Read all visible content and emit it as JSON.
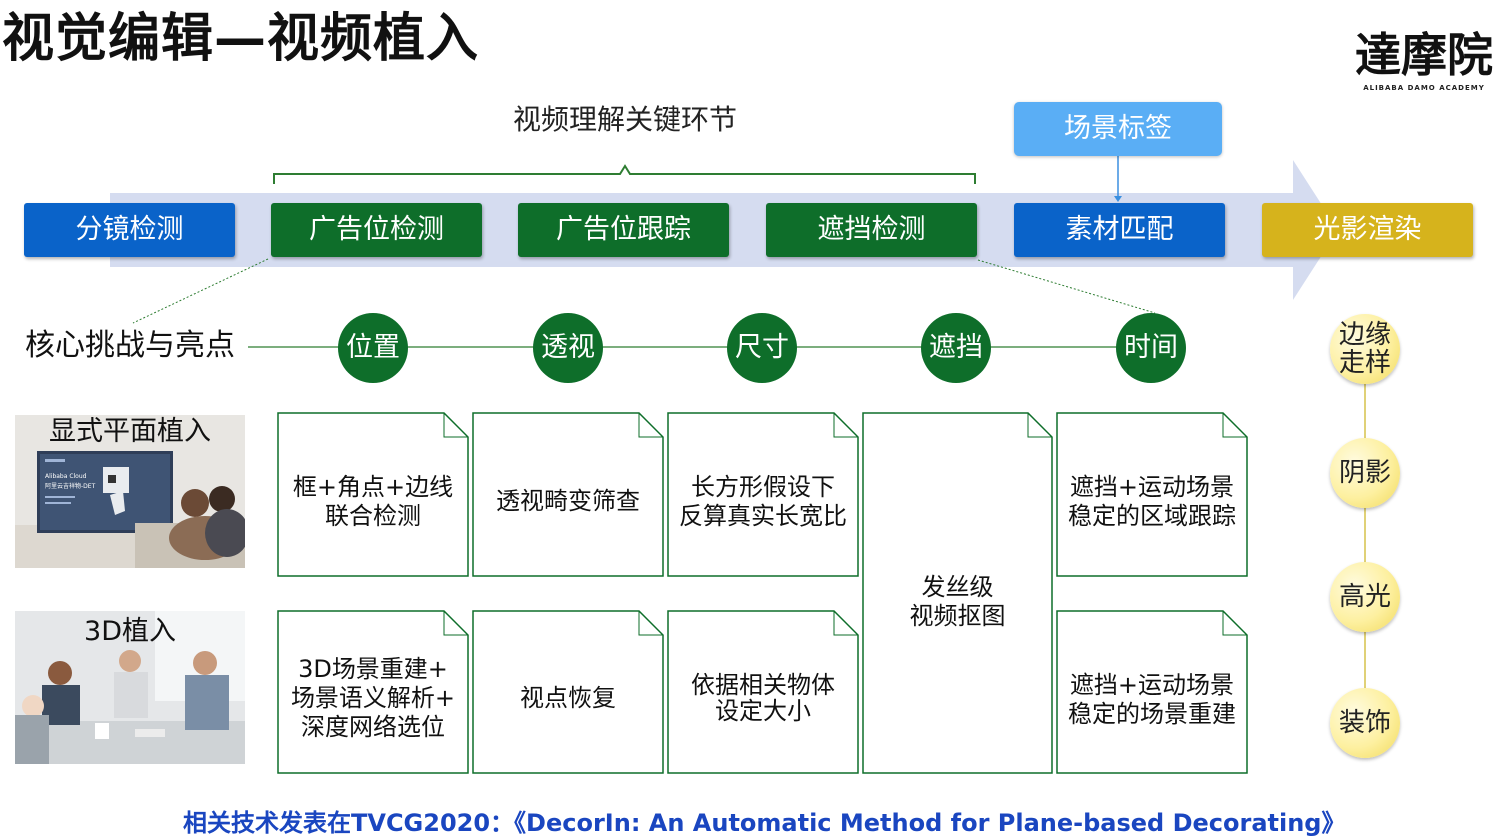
{
  "title": "视觉编辑—视频植入",
  "logo": {
    "cn": "達摩院",
    "en": "ALIBABA DAMO ACADEMY"
  },
  "understanding_label": "视频理解关键环节",
  "scene_tag": "场景标签",
  "stages": [
    "分镜检测",
    "广告位检测",
    "广告位跟踪",
    "遮挡检测",
    "素材匹配",
    "光影渲染"
  ],
  "challenges_label": "核心挑战与亮点",
  "challenges": [
    "位置",
    "透视",
    "尺寸",
    "遮挡",
    "时间"
  ],
  "rendering_points": [
    {
      "line1": "边缘",
      "line2": "走样"
    },
    {
      "line1": "阴影",
      "line2": ""
    },
    {
      "line1": "高光",
      "line2": ""
    },
    {
      "line1": "装饰",
      "line2": ""
    }
  ],
  "rows": [
    {
      "label": "显式平面植入",
      "screen_brand": "Alibaba Cloud",
      "screen_text": "阿里云吉祥物-DET"
    },
    {
      "label": "3D植入"
    }
  ],
  "cards": {
    "position_flat": {
      "line1": "框+角点+边线",
      "line2": "联合检测"
    },
    "perspective_flat": {
      "line1": "透视畸变筛查",
      "line2": ""
    },
    "size_flat": {
      "line1": "长方形假设下",
      "line2": "反算真实长宽比"
    },
    "occlusion": {
      "line1": "发丝级",
      "line2": "视频抠图"
    },
    "time_flat": {
      "line1": "遮挡+运动场景",
      "line2": "稳定的区域跟踪"
    },
    "position_3d": {
      "line1": "3D场景重建+",
      "line2": "场景语义解析+",
      "line3": "深度网络选位"
    },
    "perspective_3d": {
      "line1": "视点恢复",
      "line2": ""
    },
    "size_3d": {
      "line1": "依据相关物体",
      "line2": "设定大小"
    },
    "time_3d": {
      "line1": "遮挡+运动场景",
      "line2": "稳定的场景重建"
    }
  },
  "footer": "相关技术发表在TVCG2020：《DecorIn: An Automatic Method for Plane-based Decorating》",
  "colors": {
    "blue": "#0a63c9",
    "green": "#0e6e2a",
    "gold": "#d6b31c",
    "light_blue": "#5aaef5",
    "arrow": "#d5dcf0",
    "footer_blue": "#1a46c0"
  }
}
